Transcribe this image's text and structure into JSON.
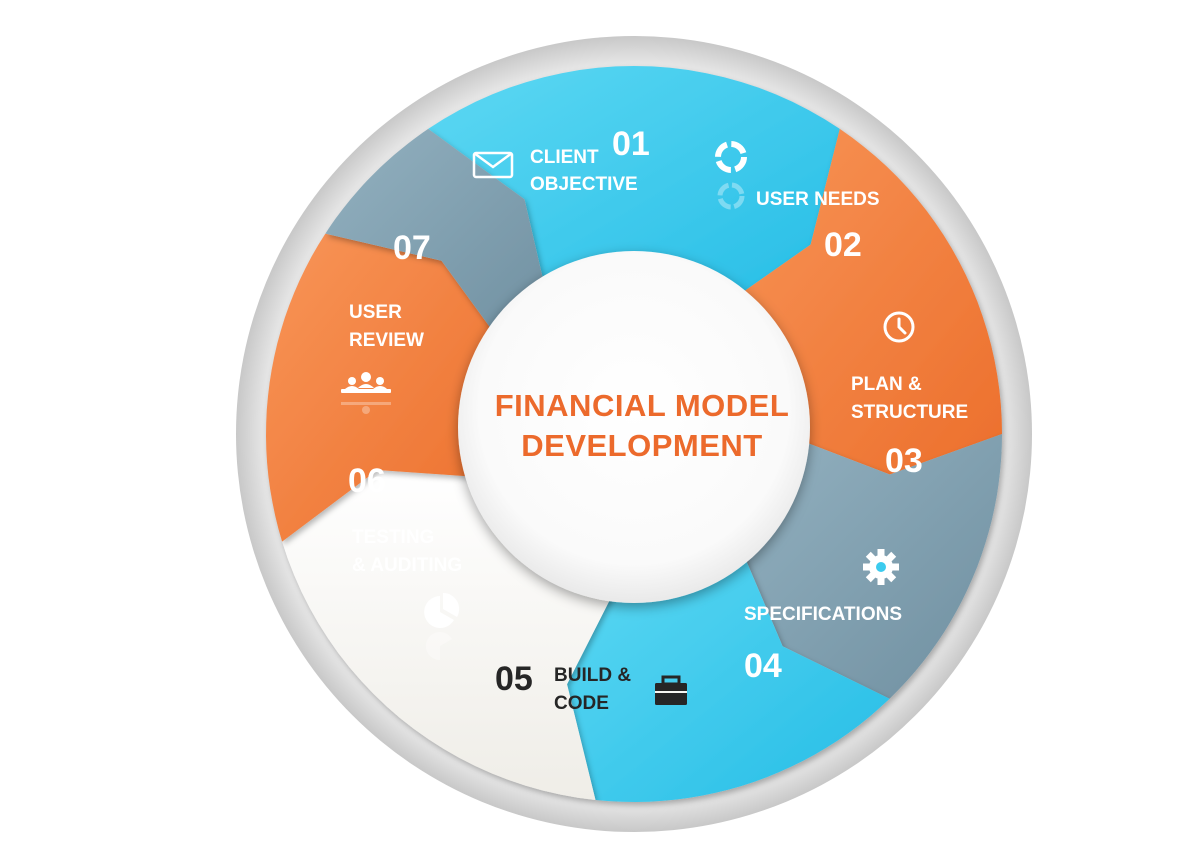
{
  "center": {
    "title_line1": "FINANCIAL MODEL",
    "title_line2": "DEVELOPMENT"
  },
  "colors": {
    "cyan": "#33c9ec",
    "orange": "#f07f3c",
    "slate": "#7f9fb0",
    "white_segment": "#f7f6f2",
    "title": "#ec6a2c",
    "dark_text": "#262626"
  },
  "steps": [
    {
      "number": "01",
      "line1": "CLIENT",
      "line2": "OBJECTIVE",
      "icon": "envelope-icon",
      "color": "cyan"
    },
    {
      "number": "02",
      "line1": "USER NEEDS",
      "line2": "",
      "icon": "cycle-arrows-icon",
      "color": "orange"
    },
    {
      "number": "03",
      "line1": "PLAN &",
      "line2": "STRUCTURE",
      "icon": "clock-icon",
      "color": "slate"
    },
    {
      "number": "04",
      "line1": "SPECIFICATIONS",
      "line2": "",
      "icon": "gear-icon",
      "color": "cyan"
    },
    {
      "number": "05",
      "line1": "BUILD &",
      "line2": "CODE",
      "icon": "briefcase-icon",
      "color": "white_segment"
    },
    {
      "number": "06",
      "line1": "TESTING",
      "line2": "& AUDITING",
      "icon": "pie-chart-icon",
      "color": "orange"
    },
    {
      "number": "07",
      "line1": "USER",
      "line2": "REVIEW",
      "icon": "meeting-icon",
      "color": "slate"
    }
  ]
}
